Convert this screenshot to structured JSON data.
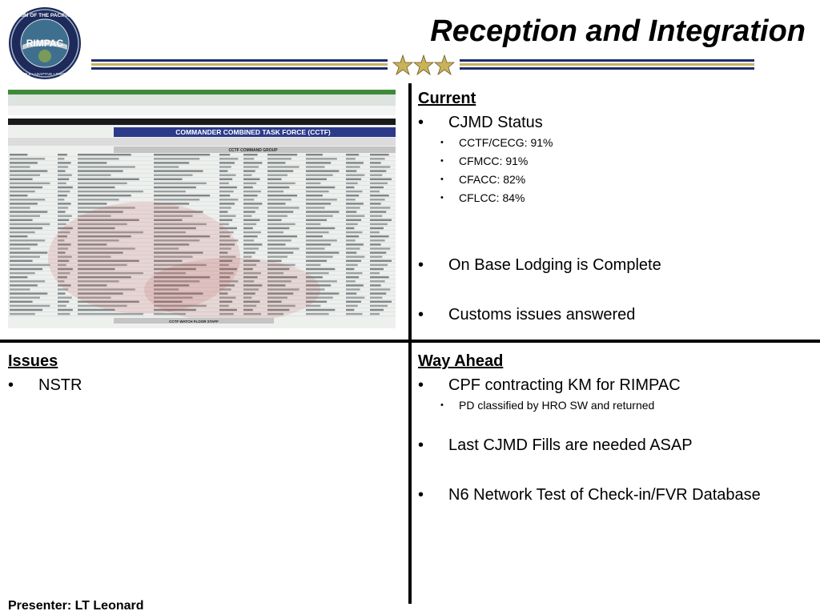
{
  "header": {
    "title": "Reception and Integration",
    "logo": {
      "ring_text": "RIM OF THE PACIFIC",
      "center_text": "RIMPAC",
      "motto": "CAPABLE • ADAPTIVE • PARTNERS"
    }
  },
  "screenshot": {
    "banner_title": "COMMANDER COMBINED TASK FORCE (CCTF)",
    "group_label": "CCTF COMMAND GROUP",
    "footer_label": "CCTF WATCH FLOOR STAFF"
  },
  "current": {
    "heading": "Current",
    "bullet1": "CJMD Status",
    "sub": [
      "CCTF/CECG:  91%",
      "CFMCC:  91%",
      "CFACC:  82%",
      "CFLCC:  84%"
    ],
    "bullet2": "On Base Lodging is Complete",
    "bullet3": "Customs issues answered"
  },
  "issues": {
    "heading": "Issues",
    "bullet1": "NSTR"
  },
  "way_ahead": {
    "heading": "Way Ahead",
    "bullet1": "CPF contracting KM for RIMPAC",
    "sub1": "PD classified by HRO SW and returned",
    "bullet2": "Last CJMD Fills are needed ASAP",
    "bullet3": "N6 Network Test of Check-in/FVR Database"
  },
  "footer": {
    "presenter": "Presenter: LT Leonard"
  },
  "bullet_char": "•"
}
